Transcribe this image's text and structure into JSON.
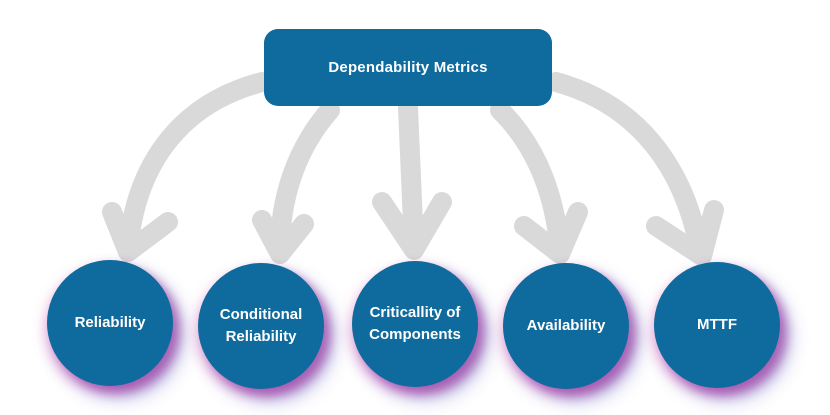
{
  "root": {
    "label": "Dependability Metrics"
  },
  "nodes": [
    {
      "label": "Reliability",
      "name": "reliability"
    },
    {
      "label": "Conditional\nReliability",
      "name": "conditional-reliability"
    },
    {
      "label": "Criticallity of\nComponents",
      "name": "criticality-of-components"
    },
    {
      "label": "Availability",
      "name": "availability"
    },
    {
      "label": "MTTF",
      "name": "mttf"
    }
  ],
  "colors": {
    "box_fill": "#0f6a9d",
    "arrow": "#d9d9d9",
    "text": "#ffffff",
    "glow": "#9a2c9a"
  }
}
